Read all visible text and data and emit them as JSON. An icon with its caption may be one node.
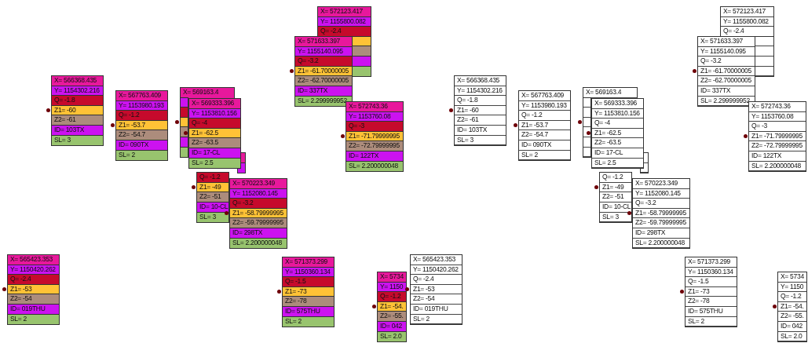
{
  "diagram": {
    "nodes": [
      {
        "text": [
          "X= 566368.435",
          "Y= 1154302.216",
          "Q= -1.8",
          "Z1= -60",
          "Z2= -61",
          "ID= 103TX",
          "SL= 3"
        ]
      },
      {
        "text": [
          "X= 567763.409",
          "Y= 1153980.193",
          "Q= -1.2",
          "Z1= -53.7",
          "Z2= -54.7",
          "ID= 090TX",
          "SL= 2"
        ]
      },
      {
        "text": [
          "X= 569163.4"
        ]
      },
      {
        "text": [
          "X= 569333.396",
          "Y= 1153810.156",
          "Q= -4",
          "Z1= -62.5",
          "Z2= -63.5",
          "ID= 17-CL",
          "SL= 2.5"
        ]
      },
      {
        "text": [
          "Q= -1.2",
          "Z1= -49",
          "Z2= -51",
          "ID= 10-CL",
          "SL= 3"
        ]
      },
      {
        "text": [
          "X= 570223.349",
          "Y= 1152080.145",
          "Q= -3.2",
          "Z1= -58.79999995",
          "Z2= -59.79999995",
          "ID= 298TX",
          "SL= 2.200000048"
        ]
      },
      {
        "text": [
          "X= 572123.417",
          "Y= 1155800.082",
          "Q= -2.4"
        ]
      },
      {
        "text": [
          "X= 571633.397",
          "Y= 1155140.095",
          "Q= -3.2",
          "Z1= -61.70000005",
          "Z2= -62.70000005",
          "ID= 337TX",
          "SL= 2.299999952"
        ]
      },
      {
        "text": [
          "X= 572743.36",
          "Y= 1153760.08",
          "Q= -3",
          "Z1= -71.79999995",
          "Z2= -72.79999995",
          "ID= 122TX",
          "SL= 2.200000048"
        ]
      },
      {
        "text": [
          "X= 565423.353",
          "Y= 1150420.262",
          "Q= -2.4",
          "Z1= -53",
          "Z2= -54",
          "ID= 019THU",
          "SL= 2"
        ]
      },
      {
        "text": [
          "X= 571373.299",
          "Y= 1150360.134",
          "Q= -1.5",
          "Z1= -73",
          "Z2= -78",
          "ID= 575THU",
          "SL= 2"
        ]
      },
      {
        "text": [
          "X= 5734",
          "Y= 1150",
          "Q= -1.2",
          "Z1= -54.",
          "Z2= -55.",
          "ID= 042",
          "SL= 2.0"
        ]
      },
      {
        "text": [
          "X= 566368.435",
          "Y= 1154302.216",
          "Q= -1.8",
          "Z1= -60",
          "Z2= -61",
          "ID= 103TX",
          "SL= 3"
        ]
      },
      {
        "text": [
          "X= 567763.409",
          "Y= 1153980.193",
          "Q= -1.2",
          "Z1= -53.7",
          "Z2= -54.7",
          "ID= 090TX",
          "SL= 2"
        ]
      },
      {
        "text": [
          "X= 569163.4"
        ]
      },
      {
        "text": [
          "X= 569333.396",
          "Y= 1153810.156",
          "Q= -4",
          "Z1= -62.5",
          "Z2= -63.5",
          "ID= 17-CL",
          "SL= 2.5"
        ]
      },
      {
        "text": [
          "Q= -1.2",
          "Z1= -49",
          "Z2= -51",
          "ID= 10-CL",
          "SL= 3"
        ]
      },
      {
        "text": [
          "X= 570223.349",
          "Y= 1152080.145",
          "Q= -3.2",
          "Z1= -58.79999995",
          "Z2= -59.79999995",
          "ID= 298TX",
          "SL= 2.200000048"
        ]
      },
      {
        "text": [
          "X= 572123.417",
          "Y= 1155800.082",
          "Q= -2.4"
        ]
      },
      {
        "text": [
          "X= 571633.397",
          "Y= 1155140.095",
          "Q= -3.2",
          "Z1= -61.70000005",
          "Z2= -62.70000005",
          "ID= 337TX",
          "SL= 2.299999952"
        ]
      },
      {
        "text": [
          "X= 572743.36",
          "Y= 1153760.08",
          "Q= -3",
          "Z1= -71.79999995",
          "Z2= -72.79999995",
          "ID= 122TX",
          "SL= 2.200000048"
        ]
      },
      {
        "text": [
          "X= 565423.353",
          "Y= 1150420.262",
          "Q= -2.4",
          "Z1= -53",
          "Z2= -54",
          "ID= 019THU",
          "SL= 2"
        ]
      },
      {
        "text": [
          "X= 571373.299",
          "Y= 1150360.134",
          "Q= -1.5",
          "Z1= -73",
          "Z2= -78",
          "ID= 575THU",
          "SL= 2"
        ]
      },
      {
        "text": [
          "X= 5734",
          "Y= 1150",
          "Q= -1.2",
          "Z1= -54.",
          "Z2= -55.",
          "ID= 042",
          "SL= 2.0"
        ]
      }
    ]
  }
}
